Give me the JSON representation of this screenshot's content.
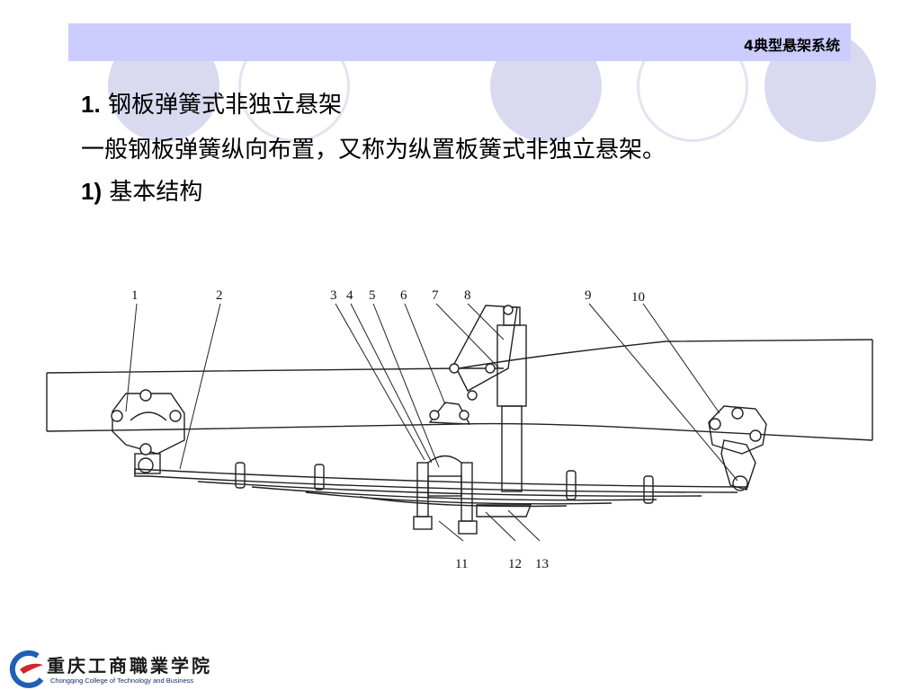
{
  "header": {
    "title": "4典型悬架系统"
  },
  "content": {
    "line1_num": "1.",
    "line1_text": " 钢板弹簧式非独立悬架",
    "line2_text": "一般钢板弹簧纵向布置，又称为纵置板簧式非独立悬架。",
    "line3_num": "1)",
    "line3_text": " 基本结构"
  },
  "diagram": {
    "labels": [
      "1",
      "2",
      "3",
      "4",
      "5",
      "6",
      "7",
      "8",
      "9",
      "10",
      "11",
      "12",
      "13"
    ]
  },
  "logo": {
    "name_cn": "重庆工商職業学院",
    "name_en": "Chongqing College of Technology and Business"
  },
  "colors": {
    "header_bar": "#ccccff",
    "circle": "#d9d9f0",
    "logo_blue": "#1f5fb4",
    "logo_red": "#d0282c"
  }
}
